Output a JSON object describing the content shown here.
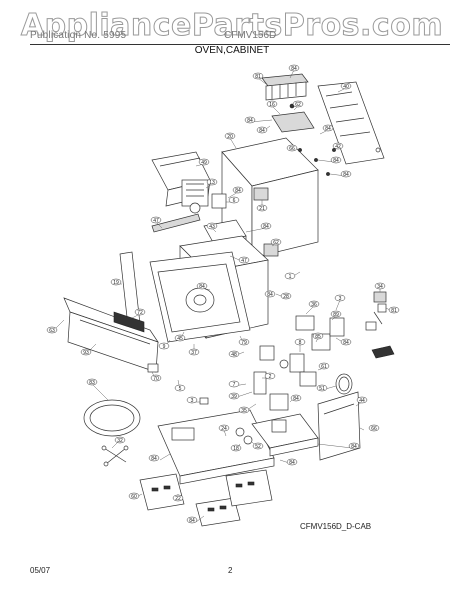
{
  "header": {
    "watermark": "AppliancePartsPros.com",
    "left_label": "Publication No. 5995",
    "right_label": "CFMV156D",
    "section_title": "OVEN,CABINET"
  },
  "diagram": {
    "code": "CFMV156D_D-CAB",
    "callouts": [
      "84",
      "81",
      "40",
      "16",
      "62",
      "84",
      "84",
      "20",
      "66",
      "84",
      "42",
      "84",
      "84",
      "49",
      "13",
      "84",
      "6",
      "47",
      "84",
      "21",
      "43",
      "62",
      "47",
      "1",
      "19",
      "84",
      "84",
      "28",
      "34",
      "3",
      "36",
      "89",
      "81",
      "63",
      "93",
      "72",
      "9",
      "45",
      "37",
      "79",
      "85",
      "8",
      "84",
      "48",
      "61",
      "2",
      "51",
      "7",
      "39",
      "84",
      "44",
      "3",
      "35",
      "83",
      "70",
      "5",
      "66",
      "84",
      "32",
      "84",
      "24",
      "18",
      "52",
      "84",
      "22",
      "60",
      "84"
    ]
  },
  "footer": {
    "date": "05/07",
    "page": "2"
  }
}
